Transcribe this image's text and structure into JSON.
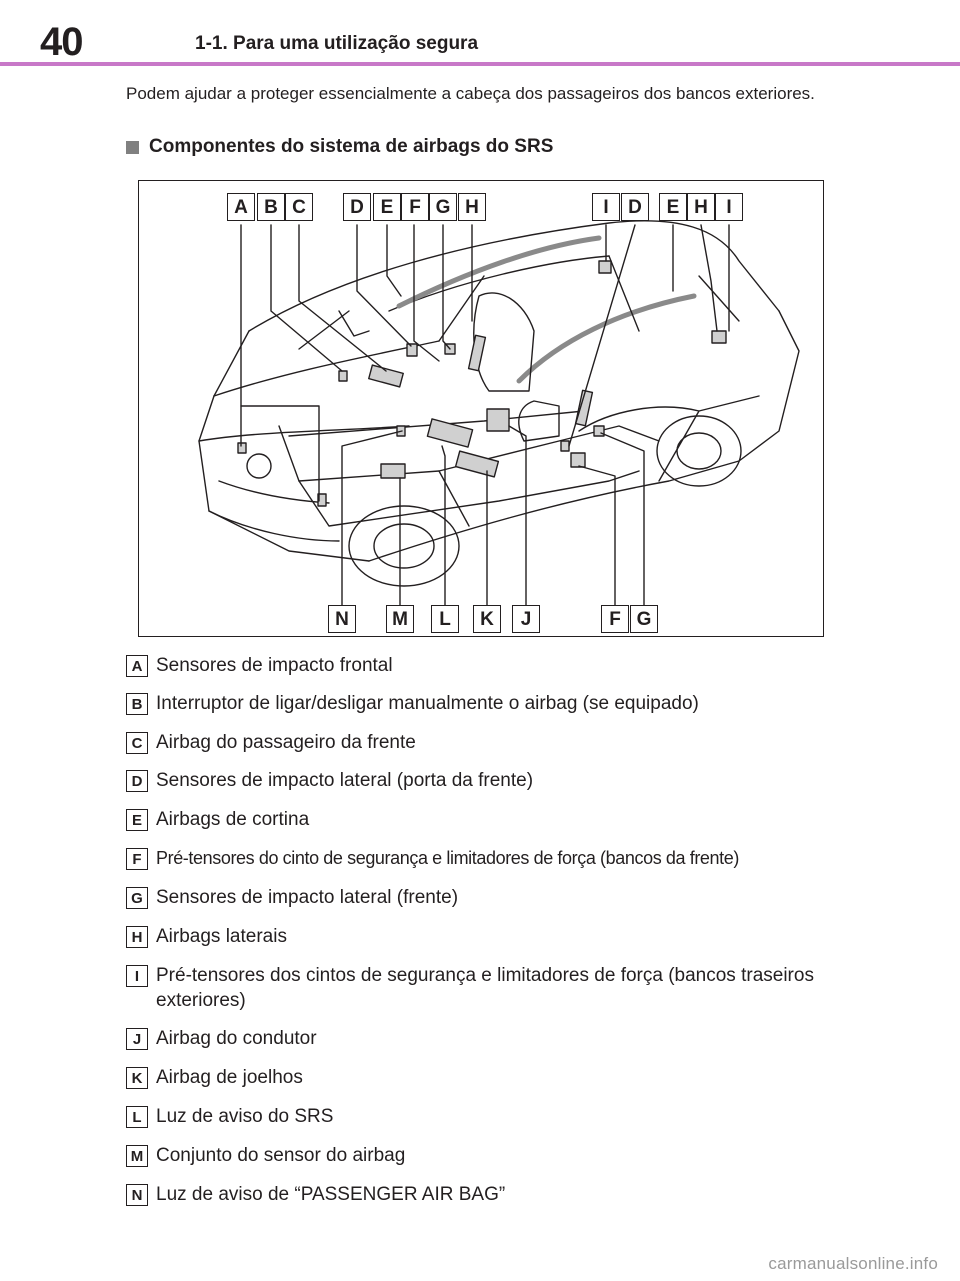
{
  "header": {
    "page_number": "40",
    "section_title": "1-1. Para uma utilização segura"
  },
  "intro_text": "Podem ajudar a proteger essencialmente a cabeça dos passageiros dos bancos exteriores.",
  "heading": "Componentes do sistema de airbags do SRS",
  "figure": {
    "top_labels": [
      "A",
      "B",
      "C",
      "D",
      "E",
      "F",
      "G",
      "H",
      "I",
      "D",
      "E",
      "H",
      "I"
    ],
    "bottom_labels": [
      "N",
      "M",
      "L",
      "K",
      "J",
      "F",
      "G"
    ]
  },
  "legend": [
    {
      "key": "A",
      "text": "Sensores de impacto frontal"
    },
    {
      "key": "B",
      "text": "Interruptor de ligar/desligar manualmente o airbag (se equipado)"
    },
    {
      "key": "C",
      "text": "Airbag do passageiro da frente"
    },
    {
      "key": "D",
      "text": "Sensores de impacto lateral (porta da frente)"
    },
    {
      "key": "E",
      "text": "Airbags de cortina"
    },
    {
      "key": "F",
      "text": "Pré-tensores do cinto de segurança e limitadores de força (bancos da frente)"
    },
    {
      "key": "G",
      "text": "Sensores de impacto lateral (frente)"
    },
    {
      "key": "H",
      "text": "Airbags laterais"
    },
    {
      "key": "I",
      "text": "Pré-tensores dos cintos de segurança e limitadores de força (bancos traseiros exteriores)"
    },
    {
      "key": "J",
      "text": "Airbag do condutor"
    },
    {
      "key": "K",
      "text": "Airbag de joelhos"
    },
    {
      "key": "L",
      "text": "Luz de aviso do SRS"
    },
    {
      "key": "M",
      "text": "Conjunto do sensor do airbag"
    },
    {
      "key": "N",
      "text": "Luz de aviso de “PASSENGER AIR BAG”"
    }
  ],
  "watermark": "carmanualsonline.info",
  "colors": {
    "header_rule": "#c878c8",
    "heading_square": "#808080",
    "text": "#231f20"
  }
}
